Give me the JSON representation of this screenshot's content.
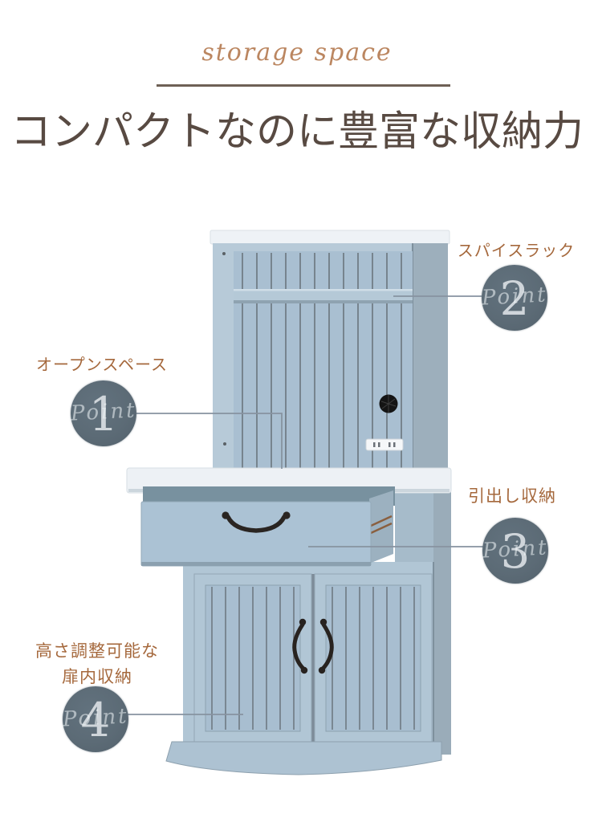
{
  "header": {
    "eyebrow": "storage space",
    "title": "コンパクトなのに豊富な収納力"
  },
  "points": [
    {
      "number": "1",
      "script_word": "Point",
      "label": "オープンスペース"
    },
    {
      "number": "2",
      "script_word": "Point",
      "label": "スパイスラック"
    },
    {
      "number": "3",
      "script_word": "Point",
      "label": "引出し収納"
    },
    {
      "number": "4",
      "script_word": "Point",
      "label_lines": [
        "高さ調整可能な",
        "扉内収納"
      ]
    }
  ],
  "colors": {
    "accent_label_brown": "#a5683c",
    "eyebrow_script_brown": "#bb8660",
    "title_dark_brown": "#584a42",
    "divider_brown": "#6e6056",
    "badge_slate": "#5c6b76",
    "badge_number": "#cfd5da",
    "annotation_line": "#8793a0",
    "cabinet_blue": "#aec3d3",
    "cabinet_panel_blue": "#a9bfd1",
    "cabinet_side_gray": "#9dafbc",
    "counter_white": "#edf1f5"
  }
}
